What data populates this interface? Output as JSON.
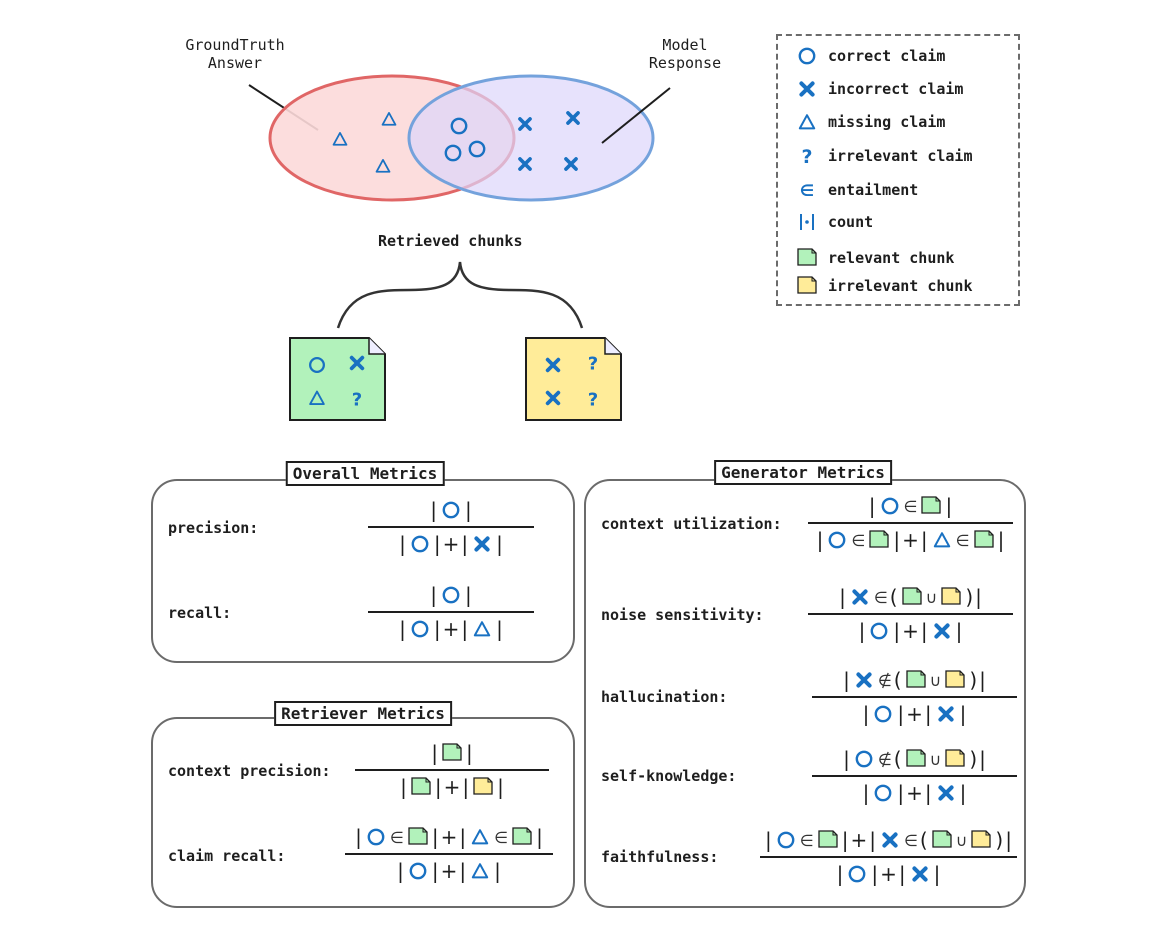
{
  "venn": {
    "ground_truth_label_line1": "GroundTruth",
    "ground_truth_label_line2": "Answer",
    "model_label_line1": "Model",
    "model_label_line2": "Response",
    "colors": {
      "ground_truth_fill": "#fcd9d9",
      "ground_truth_stroke": "#e06666",
      "model_fill": "#e2dcfb",
      "model_stroke": "#74a2dc",
      "symbol": "#1971c2"
    },
    "ground_truth_only": [
      "missing-claim",
      "missing-claim",
      "missing-claim"
    ],
    "overlap": [
      "correct-claim",
      "correct-claim",
      "correct-claim"
    ],
    "model_only": [
      "incorrect-claim",
      "incorrect-claim",
      "incorrect-claim",
      "incorrect-claim"
    ]
  },
  "legend": {
    "items": [
      {
        "icon": "correct-claim",
        "label": "correct claim"
      },
      {
        "icon": "incorrect-claim",
        "label": "incorrect claim"
      },
      {
        "icon": "missing-claim",
        "label": "missing claim"
      },
      {
        "icon": "irrelevant-claim",
        "label": "irrelevant claim"
      },
      {
        "icon": "entailment",
        "label": "entailment"
      },
      {
        "icon": "count",
        "label": "count"
      },
      {
        "icon": "relevant-chunk",
        "label": "relevant chunk"
      },
      {
        "icon": "irrelevant-chunk",
        "label": "irrelevant chunk"
      }
    ]
  },
  "retrieved": {
    "label": "Retrieved chunks",
    "chunks": [
      {
        "type": "relevant-chunk",
        "color": "#b2f2bb",
        "symbols": [
          "correct-claim",
          "incorrect-claim",
          "missing-claim",
          "irrelevant-claim"
        ]
      },
      {
        "type": "irrelevant-chunk",
        "color": "#ffec99",
        "symbols": [
          "incorrect-claim",
          "irrelevant-claim",
          "incorrect-claim",
          "irrelevant-claim"
        ]
      }
    ]
  },
  "overall": {
    "title": "Overall Metrics",
    "metrics": [
      {
        "name": "precision:",
        "numerator": "|O|",
        "denominator": "|O|+|X|"
      },
      {
        "name": "recall:",
        "numerator": "|O|",
        "denominator": "|O|+|Δ|"
      }
    ]
  },
  "retriever": {
    "title": "Retriever Metrics",
    "metrics": [
      {
        "name": "context precision:",
        "numerator": "|G|",
        "denominator": "|G|+|Y|"
      },
      {
        "name": "claim recall:",
        "numerator": "|O∈G|+|Δ∈G|",
        "denominator": "|O|+|Δ|"
      }
    ]
  },
  "generator": {
    "title": "Generator Metrics",
    "metrics": [
      {
        "name": "context utilization:",
        "numerator": "|O∈G|",
        "denominator": "|O∈G|+|Δ∈G|"
      },
      {
        "name": "noise sensitivity:",
        "numerator": "|X∈(G∪Y)|",
        "denominator": "|O|+|X|"
      },
      {
        "name": "hallucination:",
        "numerator": "|X∉(G∪Y)|",
        "denominator": "|O|+|X|"
      },
      {
        "name": "self-knowledge:",
        "numerator": "|O∉(G∪Y)|",
        "denominator": "|O|+|X|"
      },
      {
        "name": "faithfulness:",
        "numerator": "|O∈G|+|X∈(G∪Y)|",
        "denominator": "|O|+|X|"
      }
    ]
  },
  "symbols": {
    "entailment": "∈",
    "not_entailment": "∉",
    "union": "∪",
    "plus": "+",
    "bar": "|",
    "lparen": "(",
    "rparen": ")"
  }
}
